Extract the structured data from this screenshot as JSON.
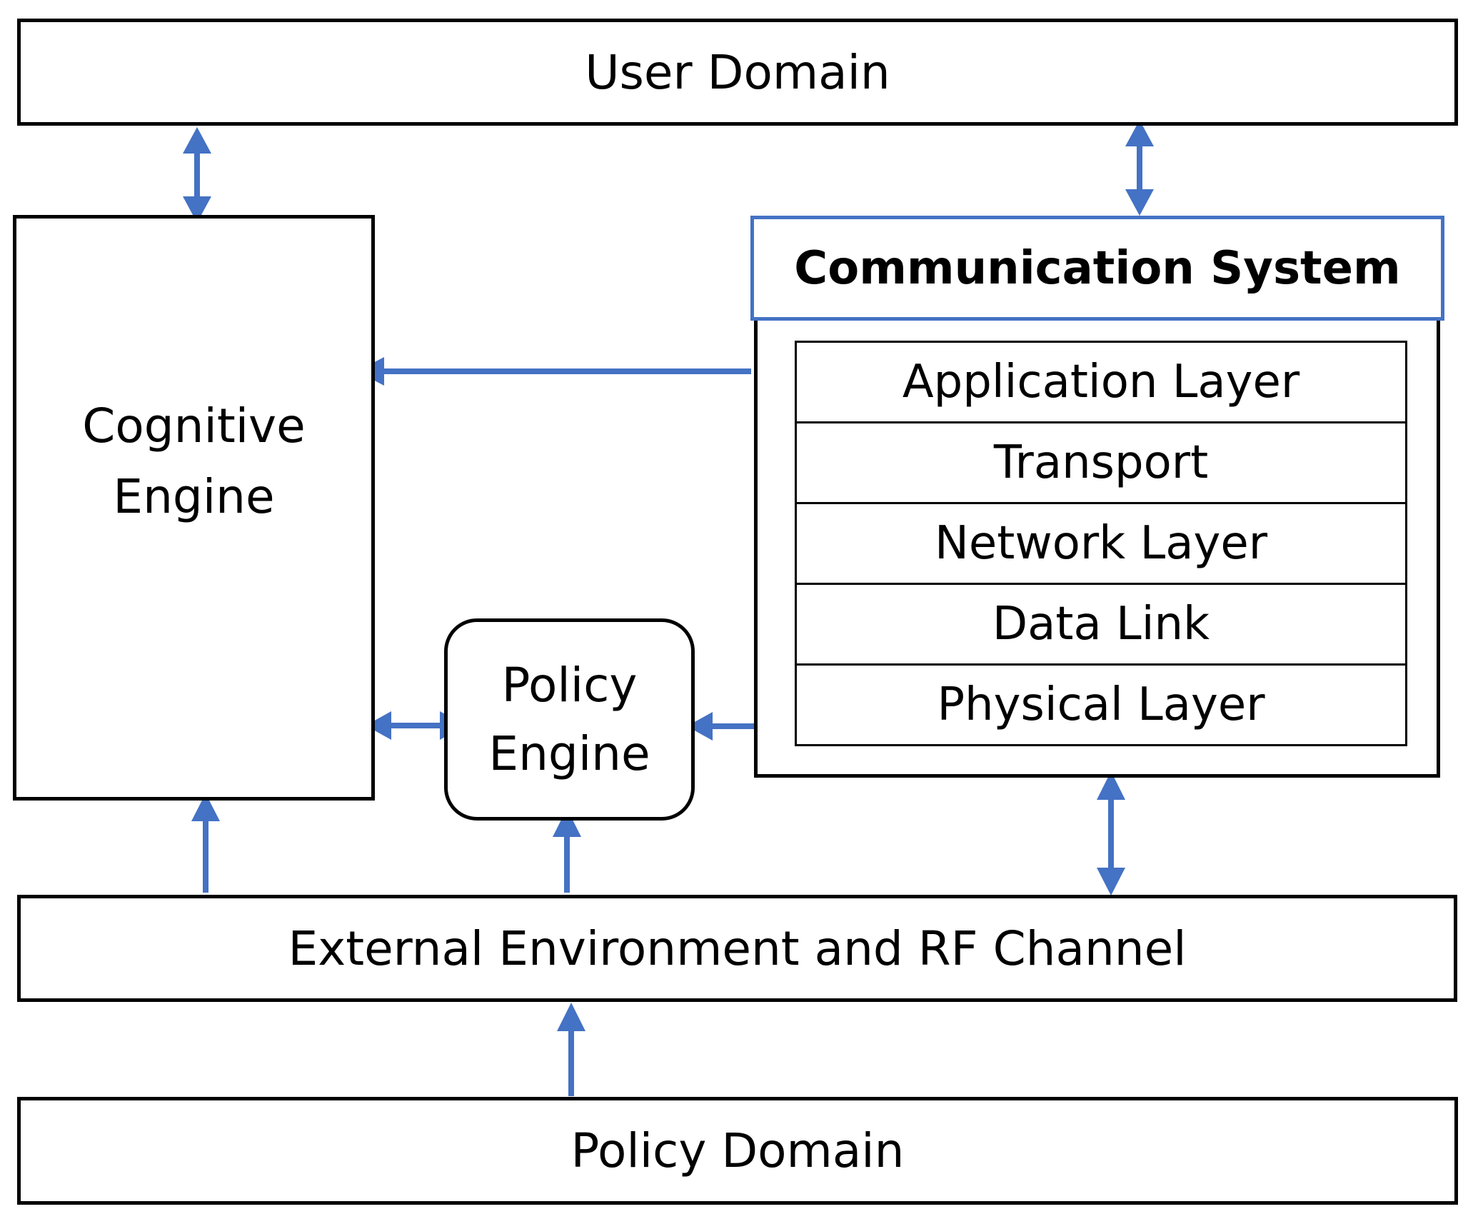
{
  "colors": {
    "arrow": "#4472c4",
    "box_border": "#000000",
    "comm_header_border": "#4472c4"
  },
  "user_domain": {
    "label": "User Domain"
  },
  "cognitive_engine": {
    "line1": "Cognitive",
    "line2": "Engine"
  },
  "communication_system": {
    "title": "Communication System",
    "layers": [
      "Application Layer",
      "Transport",
      "Network Layer",
      "Data Link",
      "Physical Layer"
    ]
  },
  "policy_engine": {
    "line1": "Policy",
    "line2": "Engine"
  },
  "external_environment": {
    "label": "External Environment and RF Channel"
  },
  "policy_domain": {
    "label": "Policy Domain"
  }
}
